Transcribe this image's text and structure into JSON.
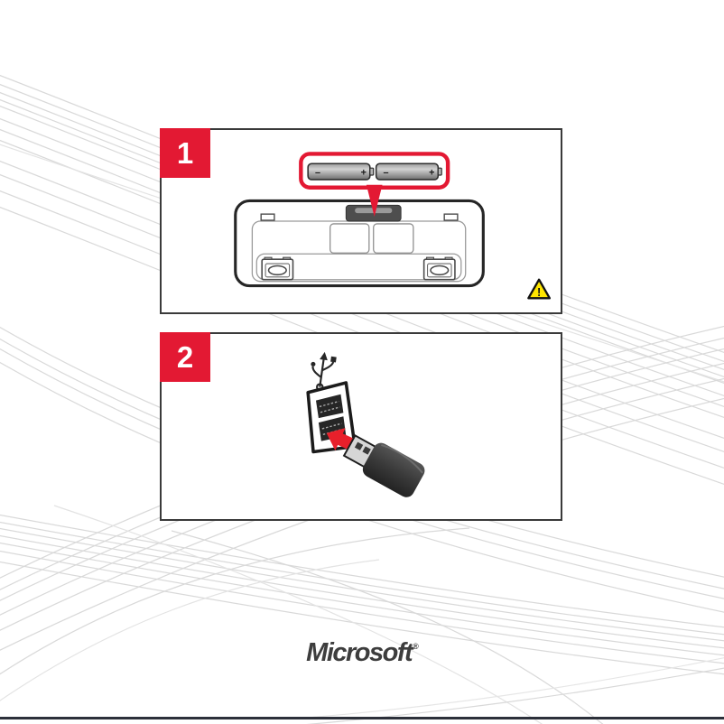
{
  "page": {
    "footer_logo": "Microsoft",
    "footer_trademark": "®"
  },
  "colors": {
    "accent_red": "#E31933",
    "arrow_red": "#E8202B",
    "warning_yellow": "#FFE600",
    "outline_dark": "#262626",
    "swirl_gray": "#D9D9D9",
    "footer_rule_dark": "#2C303A",
    "logo_gray": "#3D3D3D"
  },
  "icons": {
    "warning-icon": "triangle with exclamation mark",
    "usb-icon": "USB trident symbol",
    "insert-arrow-icon": "solid red arrow",
    "step-pointer-icon": "red wedge pointer"
  },
  "steps": [
    {
      "number": "1",
      "batteries": [
        {
          "negative": "–",
          "positive": "+"
        },
        {
          "negative": "–",
          "positive": "+"
        }
      ],
      "warning_mark": "!"
    },
    {
      "number": "2"
    }
  ]
}
